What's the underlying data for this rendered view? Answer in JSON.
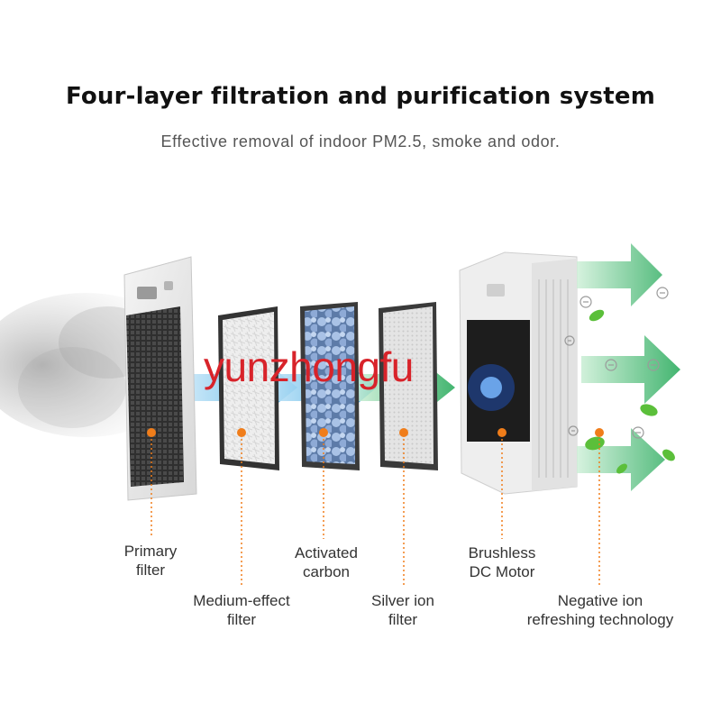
{
  "heading": {
    "title": "Four-layer filtration and purification system",
    "subtitle": "Effective removal of indoor PM2.5, smoke and odor."
  },
  "watermark": "yunzhongfu",
  "labels": {
    "primary": {
      "line1": "Primary",
      "line2": "filter"
    },
    "medium": {
      "line1": "Medium-effect",
      "line2": "filter"
    },
    "carbon": {
      "line1": "Activated",
      "line2": "carbon"
    },
    "silver": {
      "line1": "Silver ion",
      "line2": "filter"
    },
    "motor": {
      "line1": "Brushless",
      "line2": "DC Motor"
    },
    "negative": {
      "line1": "Negative ion",
      "line2": "refreshing technology"
    }
  },
  "colors": {
    "marker": "#f07d1a",
    "airflow_blue": "#5bb8e8",
    "airflow_green": "#3dbb6a",
    "watermark": "#d8232a"
  }
}
